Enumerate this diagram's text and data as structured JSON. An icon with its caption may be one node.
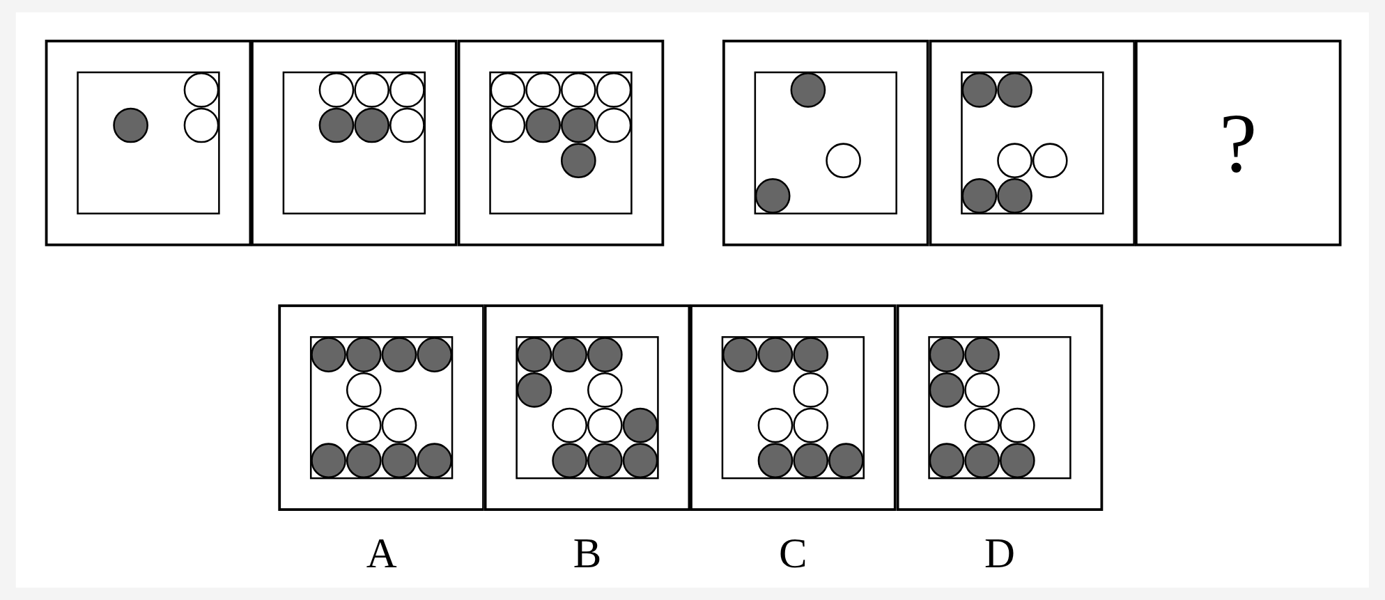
{
  "diagram": {
    "nodes": [
      {
        "text": [],
        "shape": "box"
      },
      {
        "text": [],
        "shape": "box"
      },
      {
        "text": [],
        "shape": "box"
      },
      {
        "text": [],
        "shape": "box"
      },
      {
        "text": [],
        "shape": "box"
      },
      {
        "text": [
          "?"
        ]
      },
      {
        "text": [],
        "shape": "box",
        "beside": [
          "A"
        ]
      },
      {
        "text": [],
        "shape": "box",
        "beside": [
          "B"
        ]
      },
      {
        "text": [],
        "shape": "box",
        "beside": [
          "C"
        ]
      },
      {
        "text": [],
        "shape": "box",
        "beside": [
          "D"
        ]
      }
    ]
  }
}
